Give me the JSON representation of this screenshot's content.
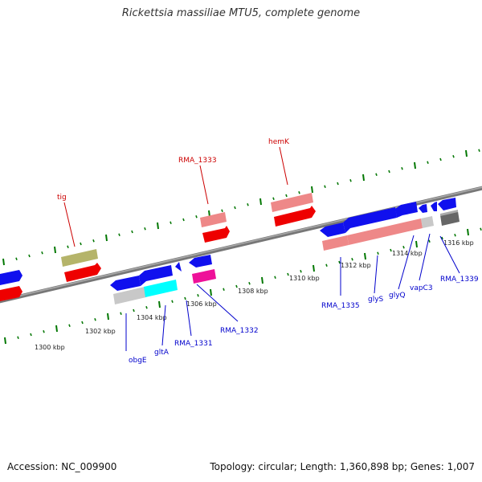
{
  "title": "Rickettsia massiliae MTU5, complete genome",
  "footer": {
    "accession": "Accession: NC_009900",
    "summary": "Topology: circular; Length: 1,360,898 bp; Genes: 1,007"
  },
  "tick_labels": [
    "1300 kbp",
    "1302 kbp",
    "1304 kbp",
    "1306 kbp",
    "1308 kbp",
    "1310 kbp",
    "1312 kbp",
    "1314 kbp",
    "1316 kbp"
  ],
  "genes_top": [
    "tig",
    "RMA_1333",
    "hemK"
  ],
  "genes_bottom": [
    "obgE",
    "gltA",
    "RMA_1331",
    "RMA_1332",
    "RMA_1335",
    "glyS",
    "glyQ",
    "vapC3",
    "RMA_1339"
  ],
  "colors": {
    "cds": "#1010ee",
    "rna": "#ff0000",
    "gene": "#ee8888",
    "gene_grey": "#c0c0c0",
    "olive": "#b5b46a",
    "cyan": "#00ffff",
    "magenta": "#ee1199",
    "dark_grey": "#666666",
    "tick": "#007700",
    "backbone": "#888888",
    "label_top": "#cc0000",
    "label_bottom": "#0000cc"
  }
}
